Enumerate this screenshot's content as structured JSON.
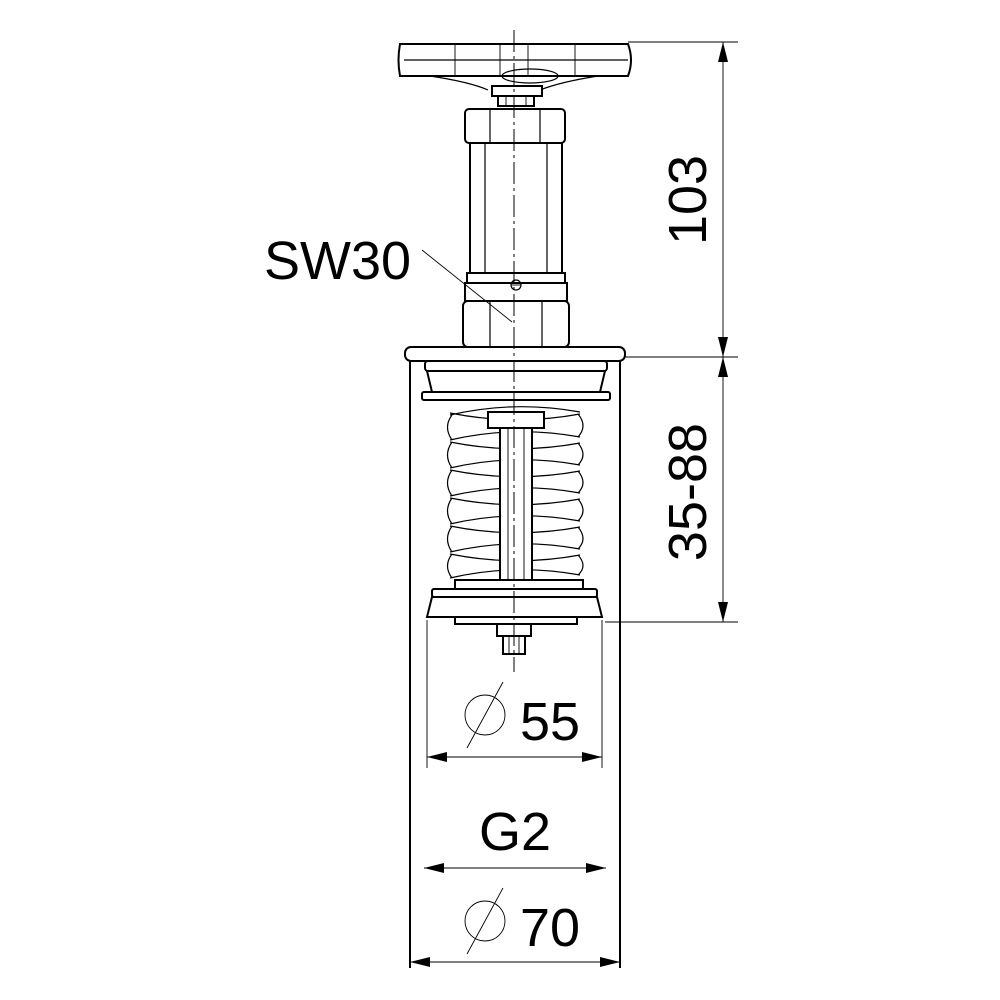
{
  "labels": {
    "wrench_size": "SW30",
    "height_top": "103",
    "spring_range": "35-88",
    "diameter_inner": "55",
    "thread": "G2",
    "diameter_outer": "70"
  },
  "icons": {
    "diameter_symbol": "diameter-symbol-icon"
  }
}
